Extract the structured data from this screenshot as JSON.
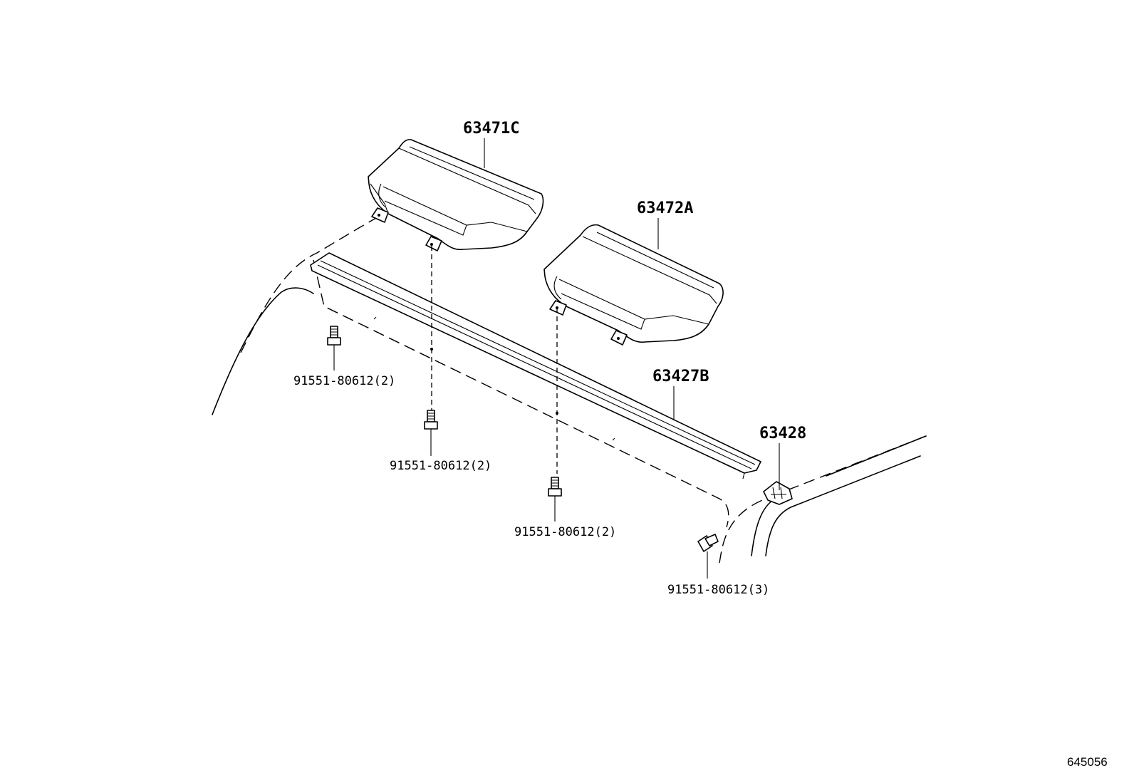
{
  "parts": {
    "cover_front": "63471C",
    "cover_rear": "63472A",
    "rail": "63427B",
    "clip": "63428"
  },
  "bolts": {
    "bolt_1": "91551-80612(2)",
    "bolt_2": "91551-80612(2)",
    "bolt_3": "91551-80612(2)",
    "bolt_4": "91551-80612(3)"
  },
  "diagram_id": "645056"
}
